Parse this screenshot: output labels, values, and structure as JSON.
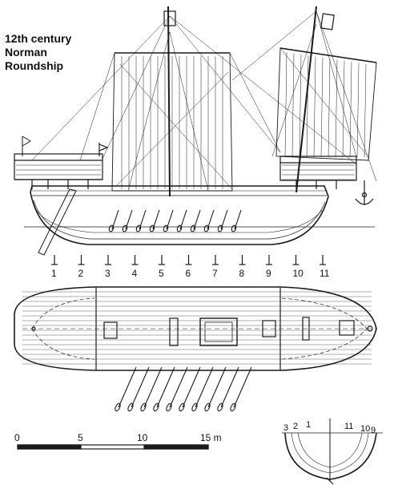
{
  "title_lines": [
    "12th century",
    "Norman",
    "Roundship"
  ],
  "station_numbers": [
    "1",
    "2",
    "3",
    "4",
    "5",
    "6",
    "7",
    "8",
    "9",
    "10",
    "11"
  ],
  "scale_bar": {
    "labels": [
      "0",
      "5",
      "10",
      "15 m"
    ]
  },
  "section_numbers": {
    "left": [
      "3",
      "2",
      "1"
    ],
    "right": [
      "11",
      "10",
      "9"
    ]
  },
  "colors": {
    "ink": "#1a1a1a",
    "paper": "#ffffff"
  }
}
